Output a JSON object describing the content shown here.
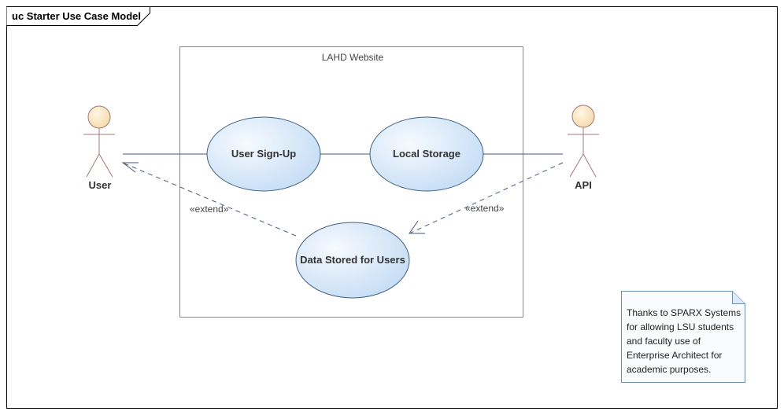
{
  "frame": {
    "title": "uc Starter Use Case Model"
  },
  "system_boundary": {
    "label": "LAHD Website"
  },
  "actors": [
    {
      "id": "user",
      "label": "User",
      "icon": "stick-figure-icon"
    },
    {
      "id": "api",
      "label": "API",
      "icon": "stick-figure-icon"
    }
  ],
  "use_cases": [
    {
      "id": "signup",
      "label": "User Sign-Up"
    },
    {
      "id": "storage",
      "label": "Local Storage"
    },
    {
      "id": "data",
      "label": "Data Stored for Users"
    }
  ],
  "relationships": [
    {
      "from": "user",
      "to": "signup",
      "kind": "association"
    },
    {
      "from": "signup",
      "to": "storage",
      "kind": "association"
    },
    {
      "from": "storage",
      "to": "api",
      "kind": "association"
    },
    {
      "from": "data",
      "to": "user",
      "kind": "extend",
      "label": "«extend»"
    },
    {
      "from": "api",
      "to": "data",
      "kind": "extend",
      "label": "«extend»"
    }
  ],
  "note": {
    "lines": [
      "Thanks to SPARX Systems",
      "for allowing LSU students",
      "and faculty use of",
      "Enterprise Architect for",
      "academic purposes."
    ]
  },
  "colors": {
    "actor_head_fill": "#fde9c6",
    "actor_stroke": "#a07878",
    "usecase_fill_light": "#f3f8fe",
    "usecase_fill_dark": "#c7def6",
    "usecase_stroke": "#3f5e80",
    "connector": "#4a5a78",
    "note_fill": "#f9fbfd",
    "note_stroke": "#6f8fb0"
  }
}
